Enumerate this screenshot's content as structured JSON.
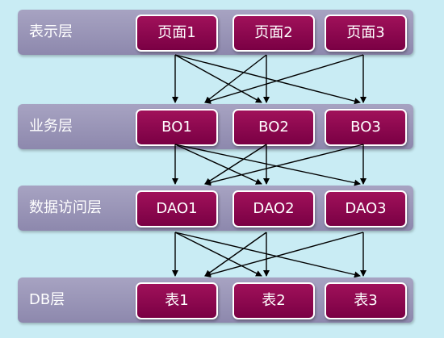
{
  "layers": [
    {
      "label": "表示层",
      "boxes": [
        "页面1",
        "页面2",
        "页面3"
      ]
    },
    {
      "label": "业务层",
      "boxes": [
        "BO1",
        "BO2",
        "BO3"
      ]
    },
    {
      "label": "数据访问层",
      "boxes": [
        "DAO1",
        "DAO2",
        "DAO3"
      ]
    },
    {
      "label": "DB层",
      "boxes": [
        "表1",
        "表2",
        "表3"
      ]
    }
  ],
  "colors": {
    "background": "#c9ecf4",
    "band": "#9a96b8",
    "box": "#8c0a4f",
    "arrow": "#000000"
  }
}
